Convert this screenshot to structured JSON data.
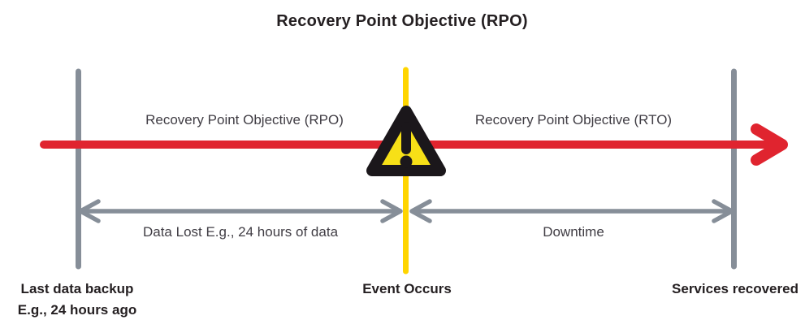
{
  "title": "Recovery Point Objective (RPO)",
  "arrow_labels": {
    "rpo": "Recovery Point Objective (RPO)",
    "rto": "Recovery Point Objective (RTO)"
  },
  "span_labels": {
    "data_lost": "Data Lost E.g., 24 hours of data",
    "downtime": "Downtime"
  },
  "markers": {
    "backup_line1": "Last data backup",
    "backup_line2": "E.g., 24 hours ago",
    "event": "Event Occurs",
    "recovered": "Services recovered"
  },
  "icons": {
    "warning": "warning-triangle"
  },
  "colors": {
    "timeline_red": "#e0242f",
    "marker_gray": "#868e98",
    "event_yellow": "#ffd500",
    "warning_fill": "#f7e017",
    "warning_border": "#1b171b",
    "text_dark": "#241f21",
    "text_gray": "#403d44",
    "background": "#ffffff"
  }
}
